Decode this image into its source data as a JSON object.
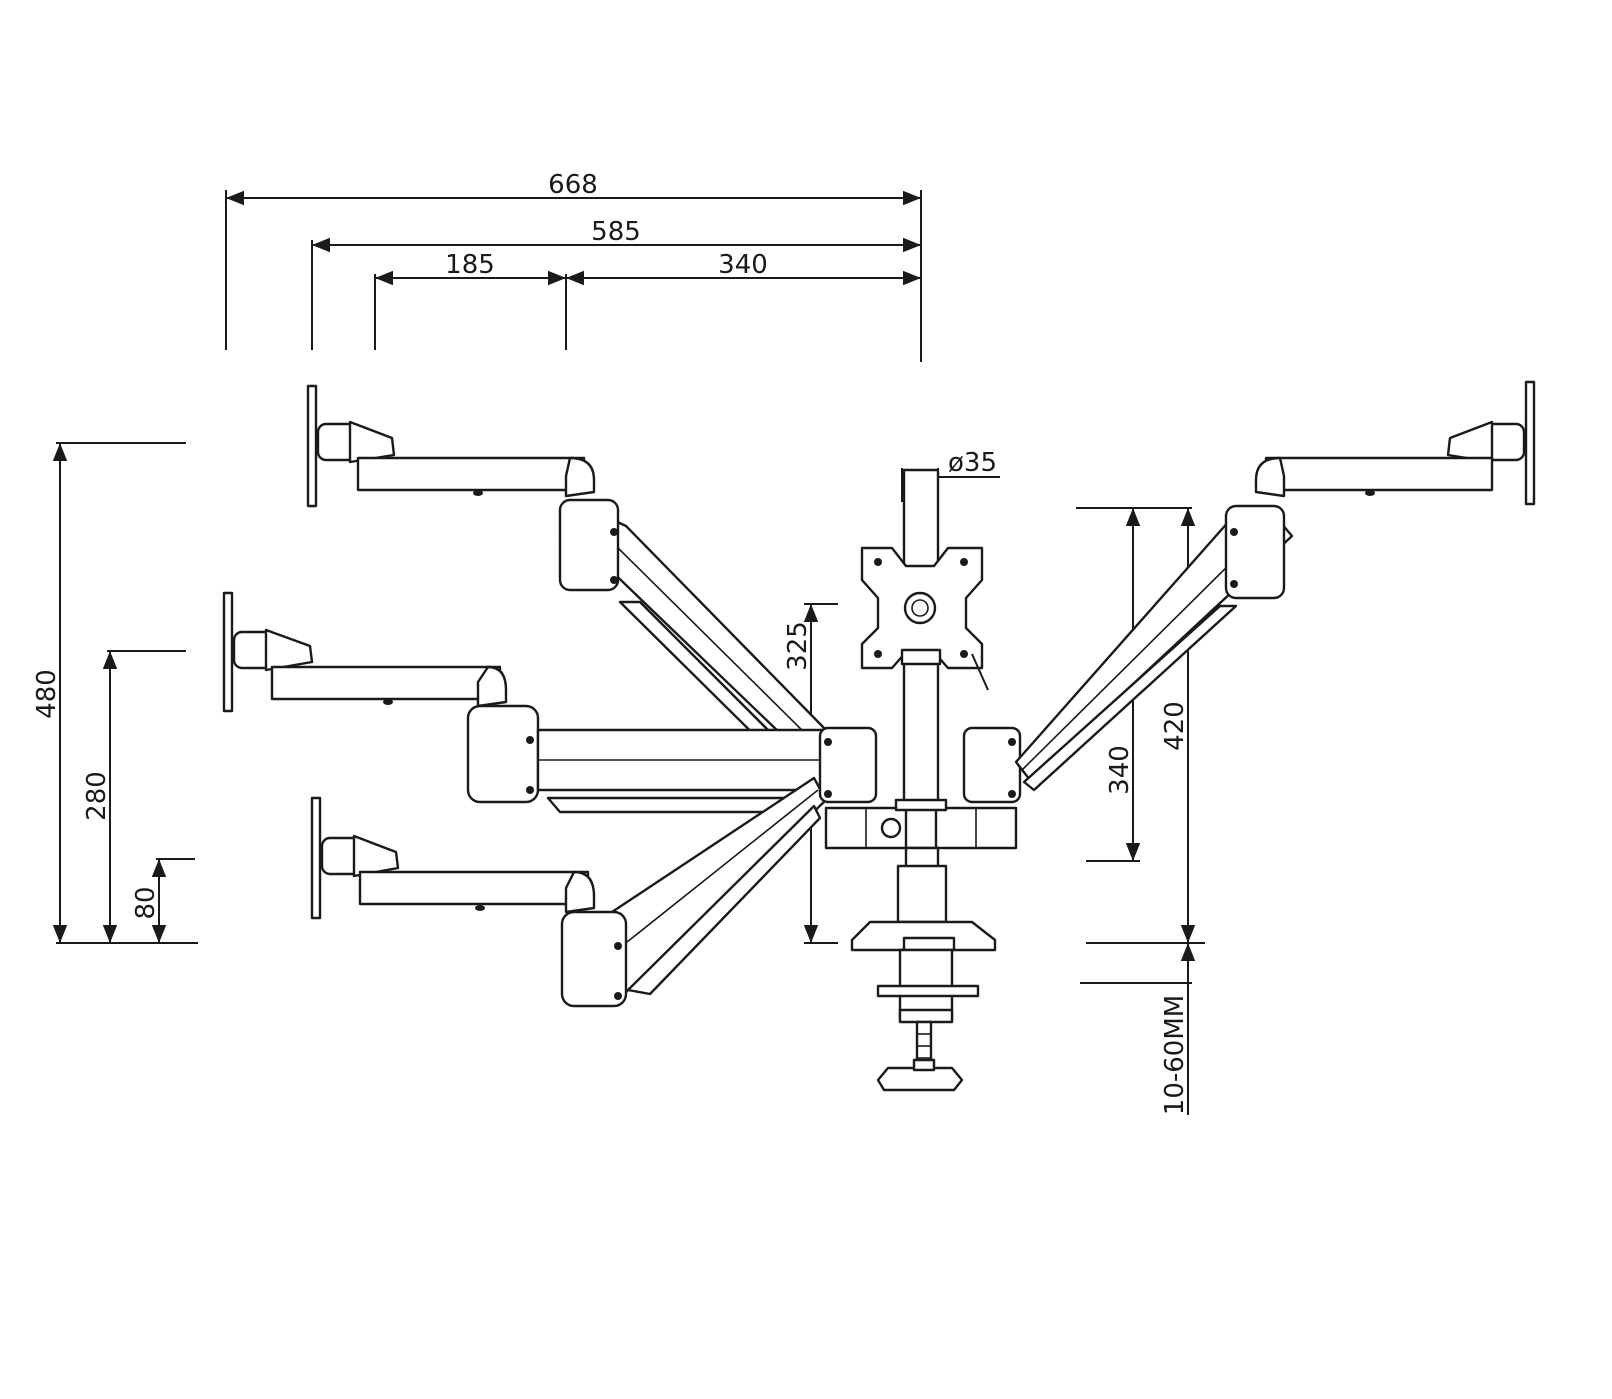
{
  "dimensions": {
    "overall_width": "668",
    "mid_width": "585",
    "near_width": "185",
    "arm_reach": "340",
    "pole_diameter": "ø35",
    "pole_height": "325",
    "max_height": "480",
    "mid_height": "280",
    "min_height": "80",
    "right_high": "420",
    "right_low": "340",
    "clamp_range": "10-60MM"
  },
  "colors": {
    "ink": "#1a1a1a",
    "paper": "#ffffff"
  }
}
